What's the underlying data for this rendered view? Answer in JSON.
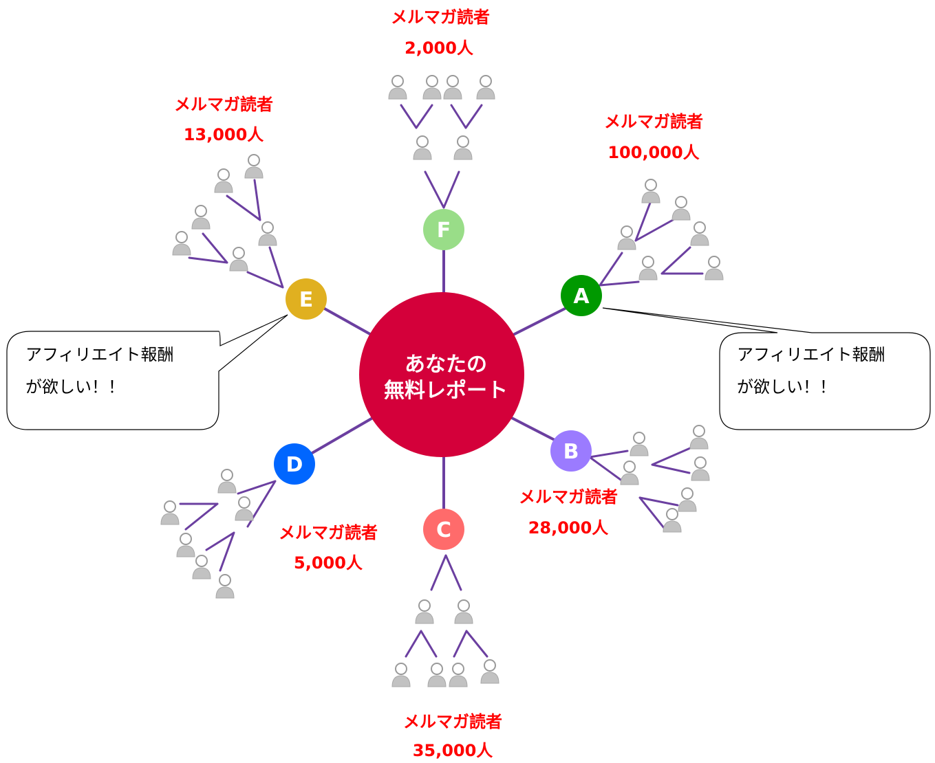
{
  "colors": {
    "line": "#6b3fa0",
    "center": "#d4003a",
    "label": "#ff0000",
    "person": "#c2c2c2"
  },
  "center": {
    "line1": "あなたの",
    "line2": "無料レポート"
  },
  "nodes": {
    "A": {
      "letter": "A",
      "color": "#009900",
      "label": "メルマガ読者",
      "count": "100,000人"
    },
    "B": {
      "letter": "B",
      "color": "#9b7bff",
      "label": "メルマガ読者",
      "count": "28,000人"
    },
    "C": {
      "letter": "C",
      "color": "#ff6b6b",
      "label": "メルマガ読者",
      "count": "35,000人"
    },
    "D": {
      "letter": "D",
      "color": "#0066ff",
      "label": "メルマガ読者",
      "count": "5,000人"
    },
    "E": {
      "letter": "E",
      "color": "#e0b020",
      "label": "メルマガ読者",
      "count": "13,000人"
    },
    "F": {
      "letter": "F",
      "color": "#99dd88",
      "label": "メルマガ読者",
      "count": "2,000人"
    }
  },
  "bubbles": {
    "left": {
      "line1": "アフィリエイト報酬",
      "line2": "が欲しい！！"
    },
    "right": {
      "line1": "アフィリエイト報酬",
      "line2": "が欲しい！！"
    }
  }
}
